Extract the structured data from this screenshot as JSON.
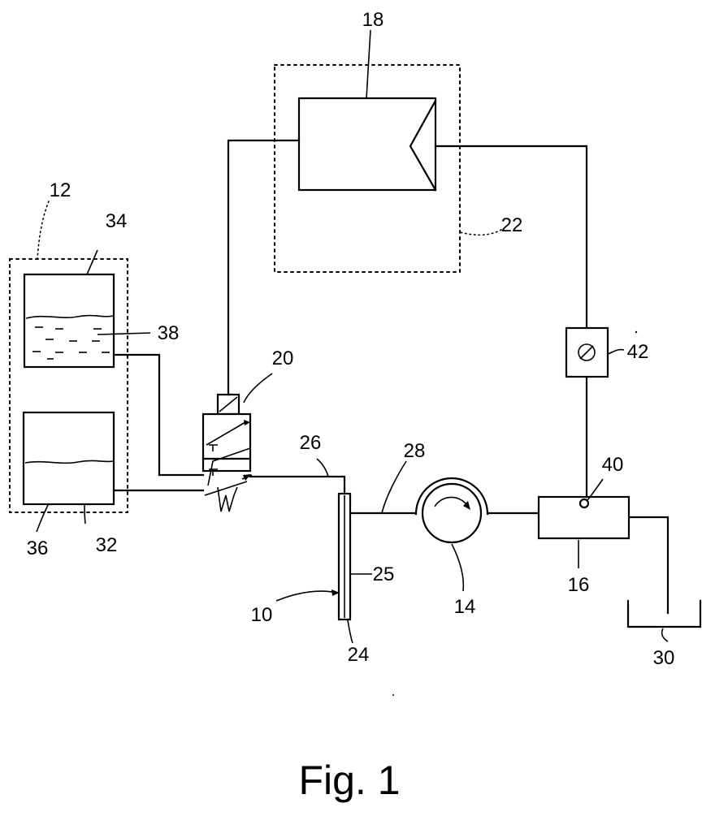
{
  "figure": {
    "caption": "Fig. 1",
    "labels": {
      "r10": "10",
      "r12": "12",
      "r14": "14",
      "r16": "16",
      "r18": "18",
      "r20": "20",
      "r22": "22",
      "r24": "24",
      "r25": "25",
      "r26": "26",
      "r28": "28",
      "r30": "30",
      "r32": "32",
      "r34": "34",
      "r36": "36",
      "r38": "38",
      "r40": "40",
      "r42": "42"
    }
  }
}
